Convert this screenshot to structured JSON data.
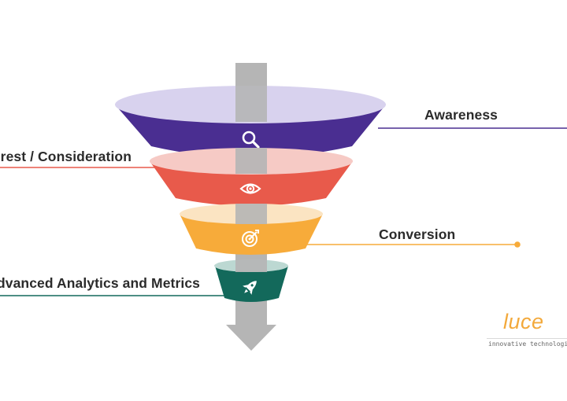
{
  "stages": [
    {
      "label": "Awareness",
      "color": "#4a2e91",
      "rim": "#d8d2ee",
      "icon": "search-icon"
    },
    {
      "label": "Interest / Consideration",
      "color": "#e85a4b",
      "rim": "#f6cac5",
      "icon": "eye-icon"
    },
    {
      "label": "Conversion",
      "color": "#f7ab3a",
      "rim": "#fbe4c2",
      "icon": "target-icon"
    },
    {
      "label": "Advanced Analytics and Metrics",
      "color": "#13695b",
      "rim": "#bcd8d2",
      "icon": "rocket-icon"
    }
  ],
  "arrow_color": "#b5b5b5",
  "logo": {
    "word": "luce",
    "tagline": "innovative technologies",
    "color": "#f3a93b"
  }
}
